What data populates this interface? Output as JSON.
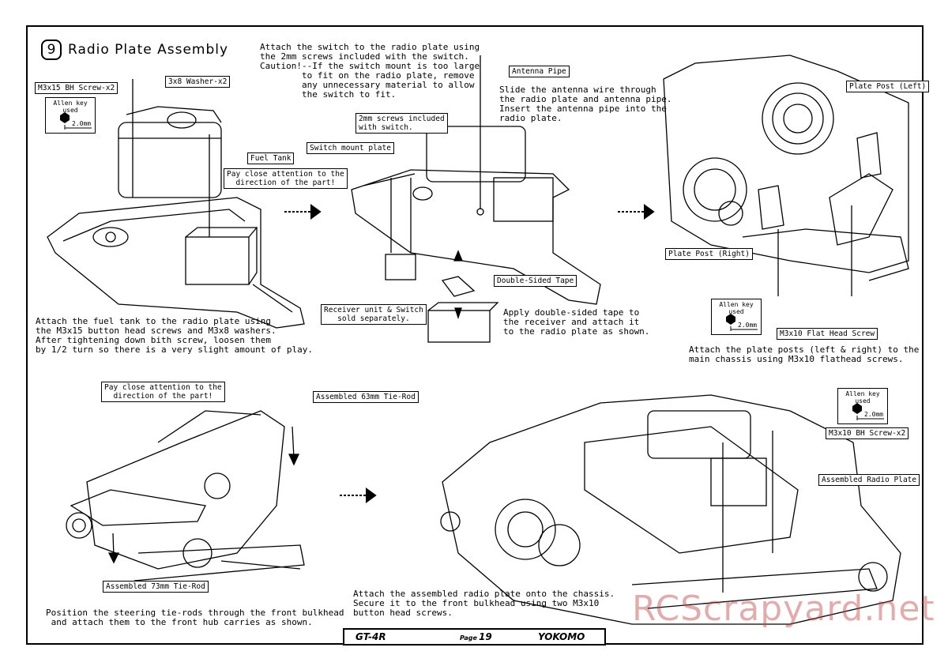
{
  "step": {
    "number": "9",
    "title": "Radio Plate Assembly"
  },
  "instructions": {
    "fuel_tank": "Attach the fuel tank to the radio plate using\nthe M3x15 button head screws and M3x8 washers.\nAfter tightening down bith screw, loosen them\nby 1/2 turn so there is a very slight amount of play.",
    "switch": "Attach the switch to the radio plate using\nthe 2mm screws included with the switch.\nCaution!--If the switch mount is too large\n        to fit on the radio plate, remove\n        any unnecessary material to allow\n        the switch to fit.",
    "antenna": "Slide the antenna wire through\nthe radio plate and antenna pipe.\nInsert the antenna pipe into the\nradio plate.",
    "receiver": "Apply double-sided tape to\nthe receiver and attach it\nto the radio plate as shown.",
    "plate_posts": "Attach the plate posts (left & right) to the\nmain chassis using M3x10 flathead screws.",
    "tie_rods": "Position the steering tie-rods through the front bulkhead\n and attach them to the front hub carries as shown.",
    "radio_plate": "Attach the assembled radio plate onto the chassis.\nSecure it to the front bulkhead using two M3x10\nbutton head screws."
  },
  "labels": {
    "m3x15_screw": "M3x15 BH Screw-x2",
    "washer": "3x8 Washer-x2",
    "fuel_tank": "Fuel Tank",
    "attention_1": "Pay close attention to the\ndirection of the part!",
    "screws_2mm": "2mm screws included\nwith switch.",
    "switch_mount": "Switch mount plate",
    "antenna_pipe": "Antenna Pipe",
    "double_tape": "Double-Sided Tape",
    "receiver_switch": "Receiver unit & Switch\nsold separately.",
    "plate_post_left": "Plate Post (Left)",
    "plate_post_right": "Plate Post (Right)",
    "m3x10_flat": "M3x10 Flat Head Screw",
    "attention_2": "Pay close attention to the\ndirection of the part!",
    "tie_rod_63": "Assembled 63mm Tie-Rod",
    "tie_rod_73": "Assembled 73mm Tie-Rod",
    "m3x10_bh": "M3x10 BH Screw-x2",
    "assembled_plate": "Assembled Radio Plate"
  },
  "allen_key": {
    "caption": "Allen key used",
    "size": "2.0mm"
  },
  "footer": {
    "model": "GT-4R",
    "page_label": "Page",
    "page_number": "19",
    "brand": "YOKOMO"
  },
  "watermark": "RCScrapyard.net",
  "colors": {
    "ink": "#000000",
    "paper": "#ffffff",
    "watermark": "#be4646"
  }
}
